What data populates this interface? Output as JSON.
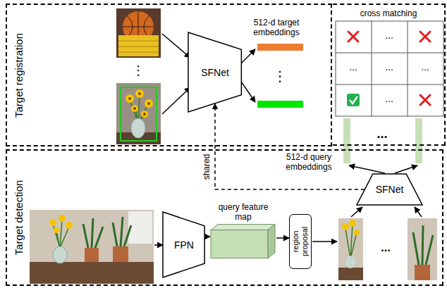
{
  "diagram": {
    "nodes": [
      {
        "text": [
          "Target registration"
        ]
      },
      {
        "text": [
          "SFNet"
        ],
        "in": 0
      },
      {
        "text": [
          "cross matching"
        ]
      },
      {
        "text": [
          "Target detection"
        ]
      },
      {
        "text": [
          "FPN"
        ],
        "in": 3
      },
      {
        "text": [
          "query feature map"
        ],
        "in": 3
      },
      {
        "text": [
          "region proposal"
        ],
        "in": 3
      },
      {
        "text": [
          "SFNet"
        ],
        "in": 3
      }
    ],
    "edges": [
      {
        "from": 4,
        "to": 5,
        "arrow": "to"
      },
      {
        "from": 5,
        "to": 6,
        "arrow": "to"
      },
      {
        "from": 7,
        "to": 1,
        "arrow": "to",
        "label": "shared"
      }
    ],
    "labels": [
      "512-d target embeddings",
      "⋮",
      "⋮",
      "...",
      "...",
      "...",
      "...",
      "...",
      "...",
      "512-d query embeddings",
      "..."
    ]
  }
}
